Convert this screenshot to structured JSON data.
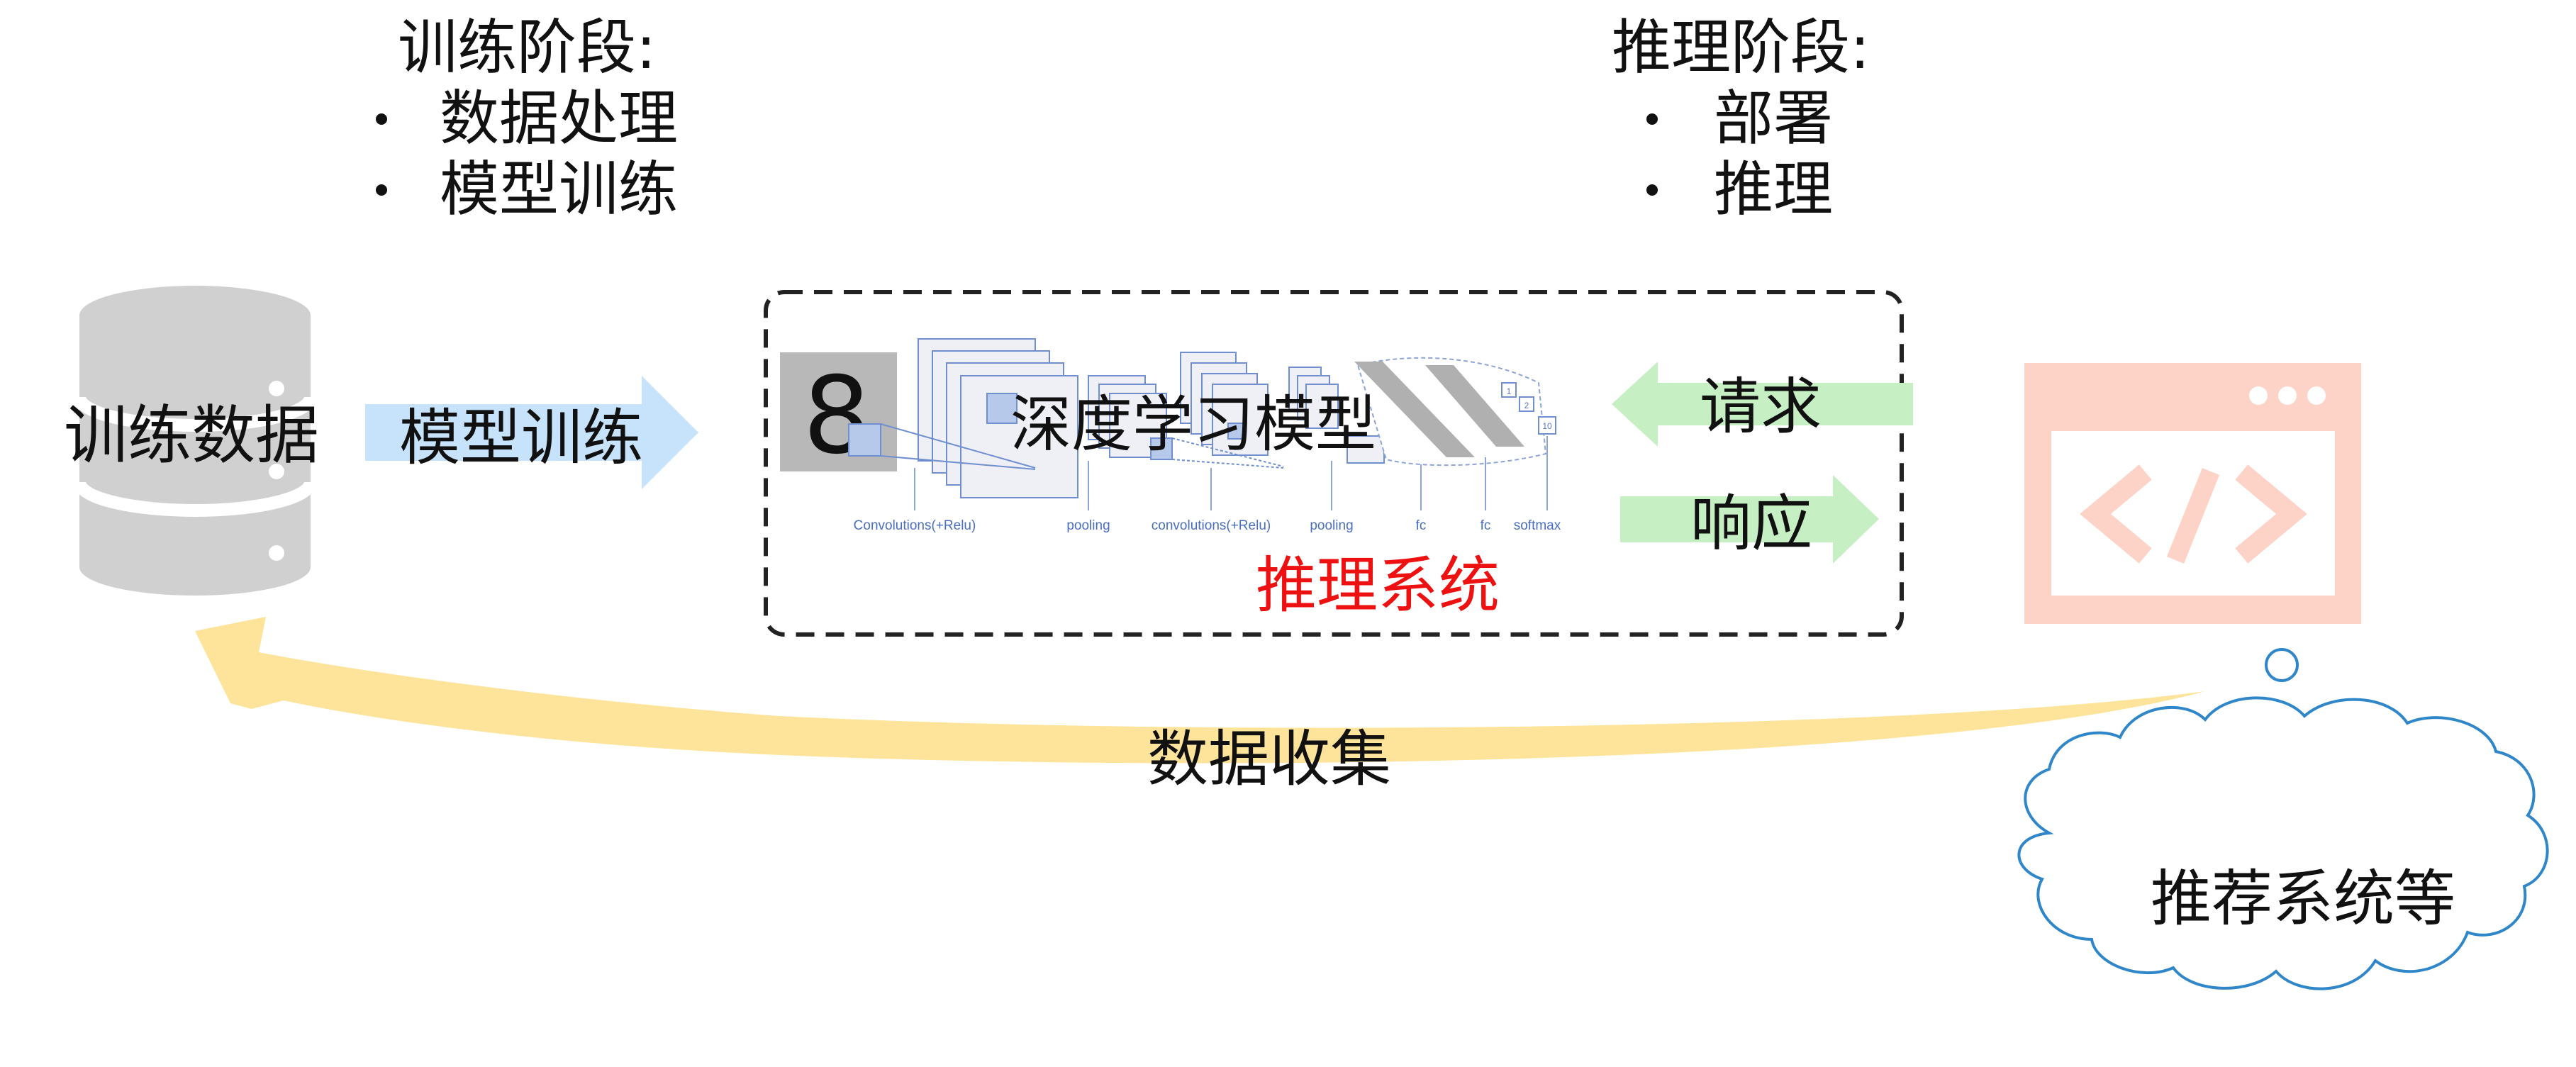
{
  "training_stage": {
    "title": "训练阶段:",
    "items": [
      "数据处理",
      "模型训练"
    ]
  },
  "inference_stage": {
    "title": "推理阶段:",
    "items": [
      "部署",
      "推理"
    ]
  },
  "training_data": {
    "label": "训练数据",
    "icon": "database-icon"
  },
  "model_training_arrow": {
    "label": "模型训练"
  },
  "model": {
    "label": "深度学习模型",
    "digit": "8",
    "layer_labels": [
      "Convolutions(+Relu)",
      "pooling",
      "convolutions(+Relu)",
      "pooling",
      "fc",
      "fc",
      "softmax"
    ],
    "output_nodes": [
      "1",
      "2",
      "10"
    ]
  },
  "inference_system": {
    "label": "推理系统"
  },
  "request_arrow": {
    "label": "请求"
  },
  "response_arrow": {
    "label": "响应"
  },
  "app": {
    "icon": "code-window-icon"
  },
  "cloud": {
    "label": "推荐系统等"
  },
  "collect_arrow": {
    "label": "数据收集"
  },
  "colors": {
    "database": "#d0d0d0",
    "training_arrow": "#c6e3fb",
    "io_arrow": "#c6efc3",
    "app_icon": "#fdd3c8",
    "collect_arrow": "#fde49a",
    "cloud_stroke": "#2f86c9",
    "system_label": "#ee1111",
    "cnn_line": "#6f8fcf"
  }
}
